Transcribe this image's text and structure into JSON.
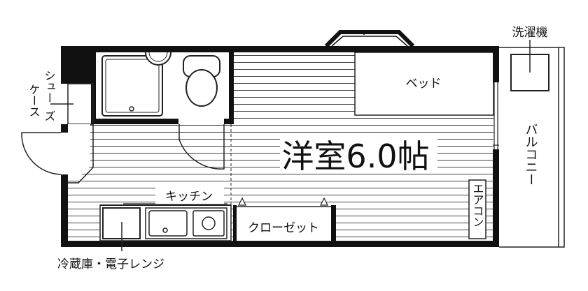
{
  "labels": {
    "room": "洋室6.0帖",
    "bed": "ベッド",
    "kitchen": "キッチン",
    "closet": "クローゼット",
    "aircon": "エアコン",
    "washer": "洗濯機",
    "balcony": "バルコニー",
    "shoe_case_line1": "シュー",
    "shoe_case_line2": "ズ",
    "shoe_case_line3": "ケース",
    "fridge_microwave": "冷蔵庫・電子レンジ"
  },
  "colors": {
    "wall": "#111111",
    "line": "#222222",
    "background": "#ffffff"
  }
}
